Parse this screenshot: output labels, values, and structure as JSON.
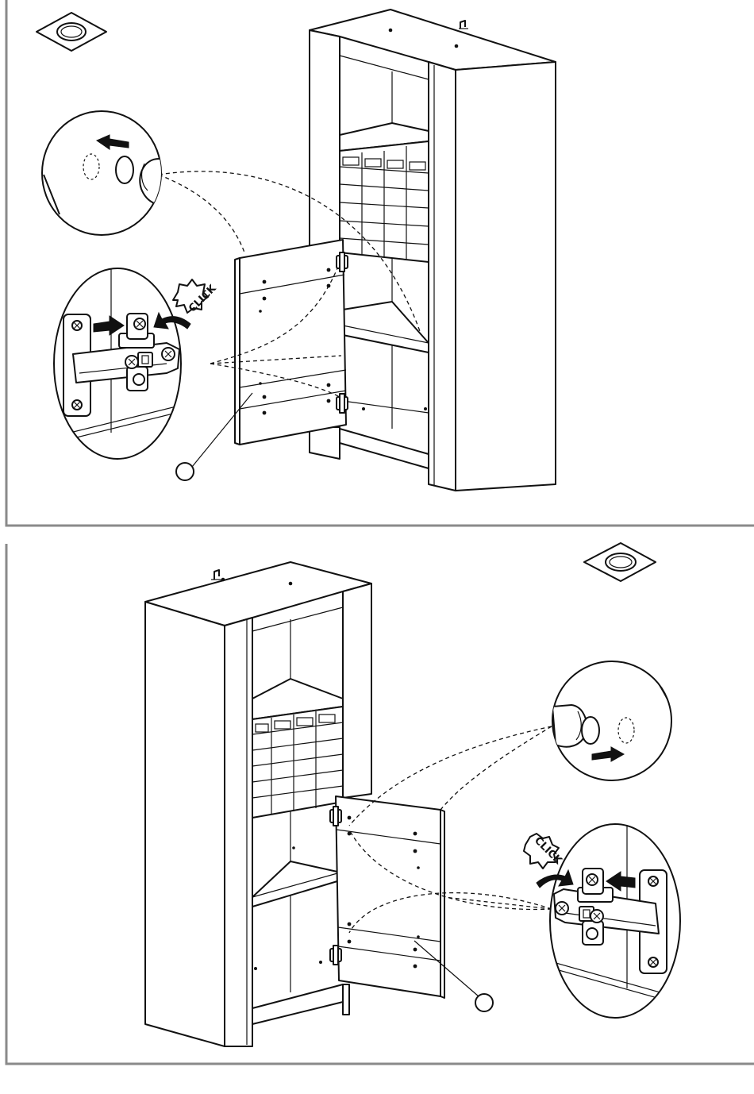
{
  "steps": [
    {
      "id": "top",
      "hinge_side": "right",
      "click_label": "CLICK",
      "icon": "cover-cap-icon",
      "callout_label": ""
    },
    {
      "id": "bottom",
      "hinge_side": "left",
      "click_label": "CLICK",
      "icon": "cover-cap-icon",
      "callout_label": ""
    }
  ],
  "colors": {
    "line": "#111111",
    "frame": "#8a8a8a",
    "background": "#ffffff"
  }
}
